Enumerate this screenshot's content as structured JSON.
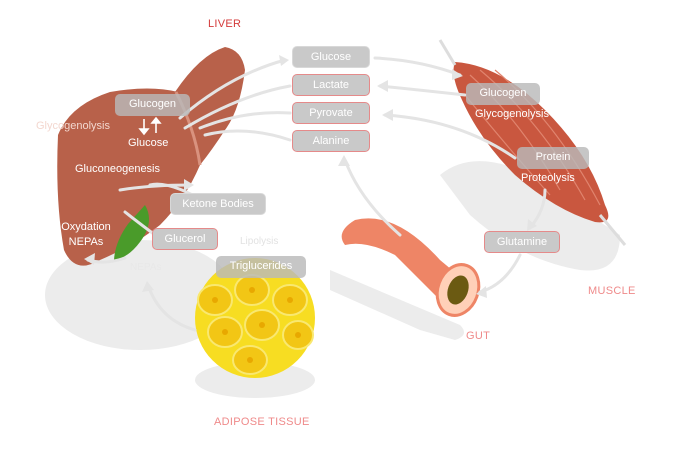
{
  "colors": {
    "title_red": "#d43a3a",
    "label_pink": "#ef8a8a",
    "liver": "#b8614a",
    "muscle": "#c9573f",
    "gut": "#ee8566",
    "fat": "#f7dd22",
    "pill_grey": "#c9c9c9",
    "pill_border": "#e58a8a"
  },
  "organs": {
    "liver": "LIVER",
    "muscle": "MUSCLE",
    "gut": "GUT",
    "adipose": "ADIPOSE TISSUE"
  },
  "liver_labels": {
    "glucogen": "Glucogen",
    "glycogenolysis": "Glycogenolysis",
    "glucose": "Glucose",
    "gluconeogenesis": "Gluconeogenesis",
    "oxydation_line1": "Oxydation",
    "oxydation_line2": "NEPAs"
  },
  "transport": {
    "glucose": "Glucose",
    "lactate": "Lactate",
    "pyrovate": "Pyrovate",
    "alanine": "Alanine"
  },
  "muscle_labels": {
    "glucogen": "Glucogen",
    "glycogenolysis": "Glycogenolysis",
    "protein": "Protein",
    "proteolysis": "Proteolysis",
    "glutamine": "Glutamine"
  },
  "other_labels": {
    "ketone_bodies": "Ketone Bodies",
    "glucerol": "Glucerol",
    "lipolysis": "Lipolysis",
    "nepas": "NEPAs",
    "triglucerides": "Triglucerides"
  }
}
